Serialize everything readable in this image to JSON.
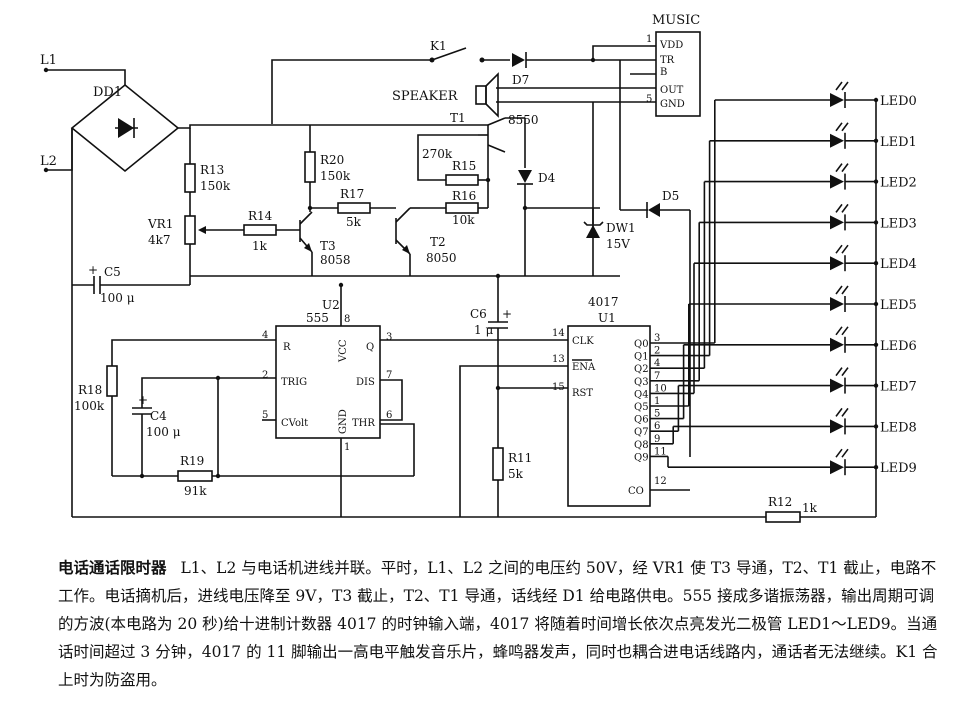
{
  "labels": {
    "l1": "L1",
    "l2": "L2",
    "dd1": "DD1",
    "music": "MUSIC",
    "vdd": "VDD",
    "tr": "TR",
    "b": "B",
    "out": "OUT",
    "gnd": "GND",
    "k1": "K1",
    "d7": "D7",
    "speaker": "SPEAKER",
    "t1": "T1",
    "t1_type": "8550",
    "r13": "R13",
    "r13_val": "150k",
    "r20": "R20",
    "r20_val": "150k",
    "r15": "R15",
    "r15_val": "270k",
    "r17": "R17",
    "r17_val": "5k",
    "r16": "R16",
    "r16_val": "10k",
    "d4": "D4",
    "vr1": "VR1",
    "vr1_val": "4k7",
    "r14": "R14",
    "r14_val": "1k",
    "t3": "T3",
    "t3_type": "8058",
    "t2": "T2",
    "t2_type": "8050",
    "dw1": "DW1",
    "dw1_val": "15V",
    "d5": "D5",
    "c5": "C5",
    "c5_val": "100 μ",
    "u2": "U2",
    "u2_type": "555",
    "r": "R",
    "vcc": "VCC",
    "q": "Q",
    "trig": "TRIG",
    "dis": "DIS",
    "cvolt": "CVolt",
    "thr": "THR",
    "gnd555": "GND",
    "r18": "R18",
    "r18_val": "100k",
    "c4": "C4",
    "c4_val": "100 μ",
    "r19": "R19",
    "r19_val": "91k",
    "c6": "C6",
    "c6_val": "1 μ",
    "r11": "R11",
    "r11_val": "5k",
    "u1": "U1",
    "u1_type": "4017",
    "clk": "CLK",
    "ena": "ENA",
    "rst": "RST",
    "co": "CO",
    "r12": "R12",
    "r12_val": "1k",
    "q_outputs": [
      "Q0",
      "Q1",
      "Q2",
      "Q3",
      "Q4",
      "Q5",
      "Q6",
      "Q7",
      "Q8",
      "Q9"
    ],
    "q_pins": [
      "3",
      "2",
      "4",
      "7",
      "10",
      "1",
      "5",
      "6",
      "9",
      "11"
    ],
    "leds": [
      "LED0",
      "LED1",
      "LED2",
      "LED3",
      "LED4",
      "LED5",
      "LED6",
      "LED7",
      "LED8",
      "LED9"
    ],
    "pin_1": "1",
    "pin_5": "5",
    "pin_4": "4",
    "pin_8": "8",
    "pin_3": "3",
    "pin_2": "2",
    "pin_7": "7",
    "pin_5b": "5",
    "pin_6": "6",
    "pin_1b": "1",
    "pin_14": "14",
    "pin_13": "13",
    "pin_15": "15",
    "pin_12": "12"
  },
  "caption": {
    "title": "电话通话限时器",
    "body": "L1、L2 与电话机进线并联。平时，L1、L2 之间的电压约 50V，经 VR1 使 T3 导通，T2、T1 截止，电路不工作。电话摘机后，进线电压降至 9V，T3 截止，T2、T1 导通，话线经 D1 给电路供电。555 接成多谐振荡器，输出周期可调的方波(本电路为 20 秒)给十进制计数器 4017 的时钟输入端，4017 将随着时间增长依次点亮发光二极管 LED1～LED9。当通话时间超过 3 分钟，4017 的 11 脚输出一高电平触发音乐片，蜂鸣器发声，同时也耦合进电话线路内，通话者无法继续。K1 合上时为防盗用。"
  }
}
